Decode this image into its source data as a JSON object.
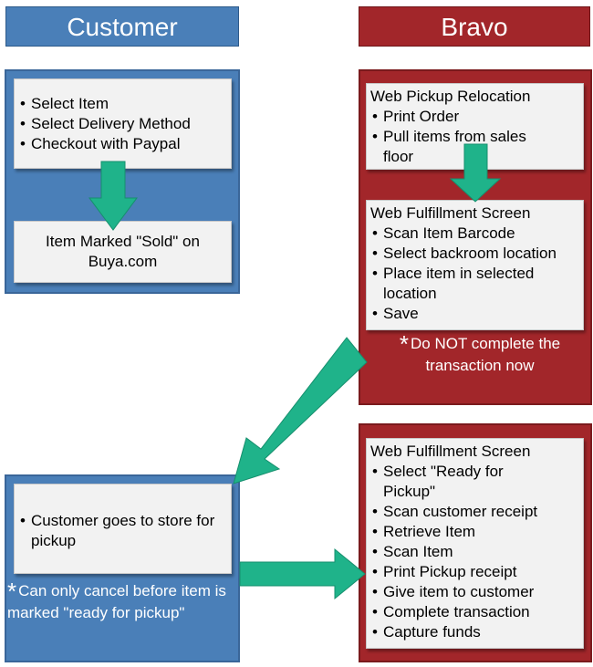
{
  "customer": {
    "header": "Customer",
    "top_card": {
      "items": [
        "Select Item",
        "Select Delivery Method",
        "Checkout with Paypal"
      ]
    },
    "sold_card": {
      "text": "Item Marked \"Sold\" on Buya.com"
    },
    "pickup_card": {
      "items": [
        "Customer goes to store for pickup"
      ]
    },
    "note": {
      "star": "*",
      "text": "Can only cancel before item is marked \"ready for pickup\""
    }
  },
  "bravo": {
    "header": "Bravo",
    "relocation_card": {
      "title": "Web Pickup Relocation",
      "items": [
        "Print Order",
        "Pull items from sales floor"
      ]
    },
    "fulfillment_card_1": {
      "title": "Web Fulfillment Screen",
      "items": [
        "Scan Item Barcode",
        "Select backroom location",
        "Place item in selected location",
        "Save"
      ]
    },
    "note": {
      "star": "*",
      "text": "Do NOT complete the transaction now"
    },
    "fulfillment_card_2": {
      "title": "Web Fulfillment Screen",
      "items": [
        "Select \"Ready for Pickup\"",
        "Scan customer receipt",
        "Retrieve Item",
        "Scan Item",
        "Print Pickup receipt",
        "Give item to customer",
        "Complete transaction",
        "Capture funds"
      ]
    }
  },
  "colors": {
    "customer_blue": "#4a7fb8",
    "bravo_red": "#a2262a",
    "arrow_green": "#1fb38a",
    "card_bg": "#f2f2f2"
  }
}
